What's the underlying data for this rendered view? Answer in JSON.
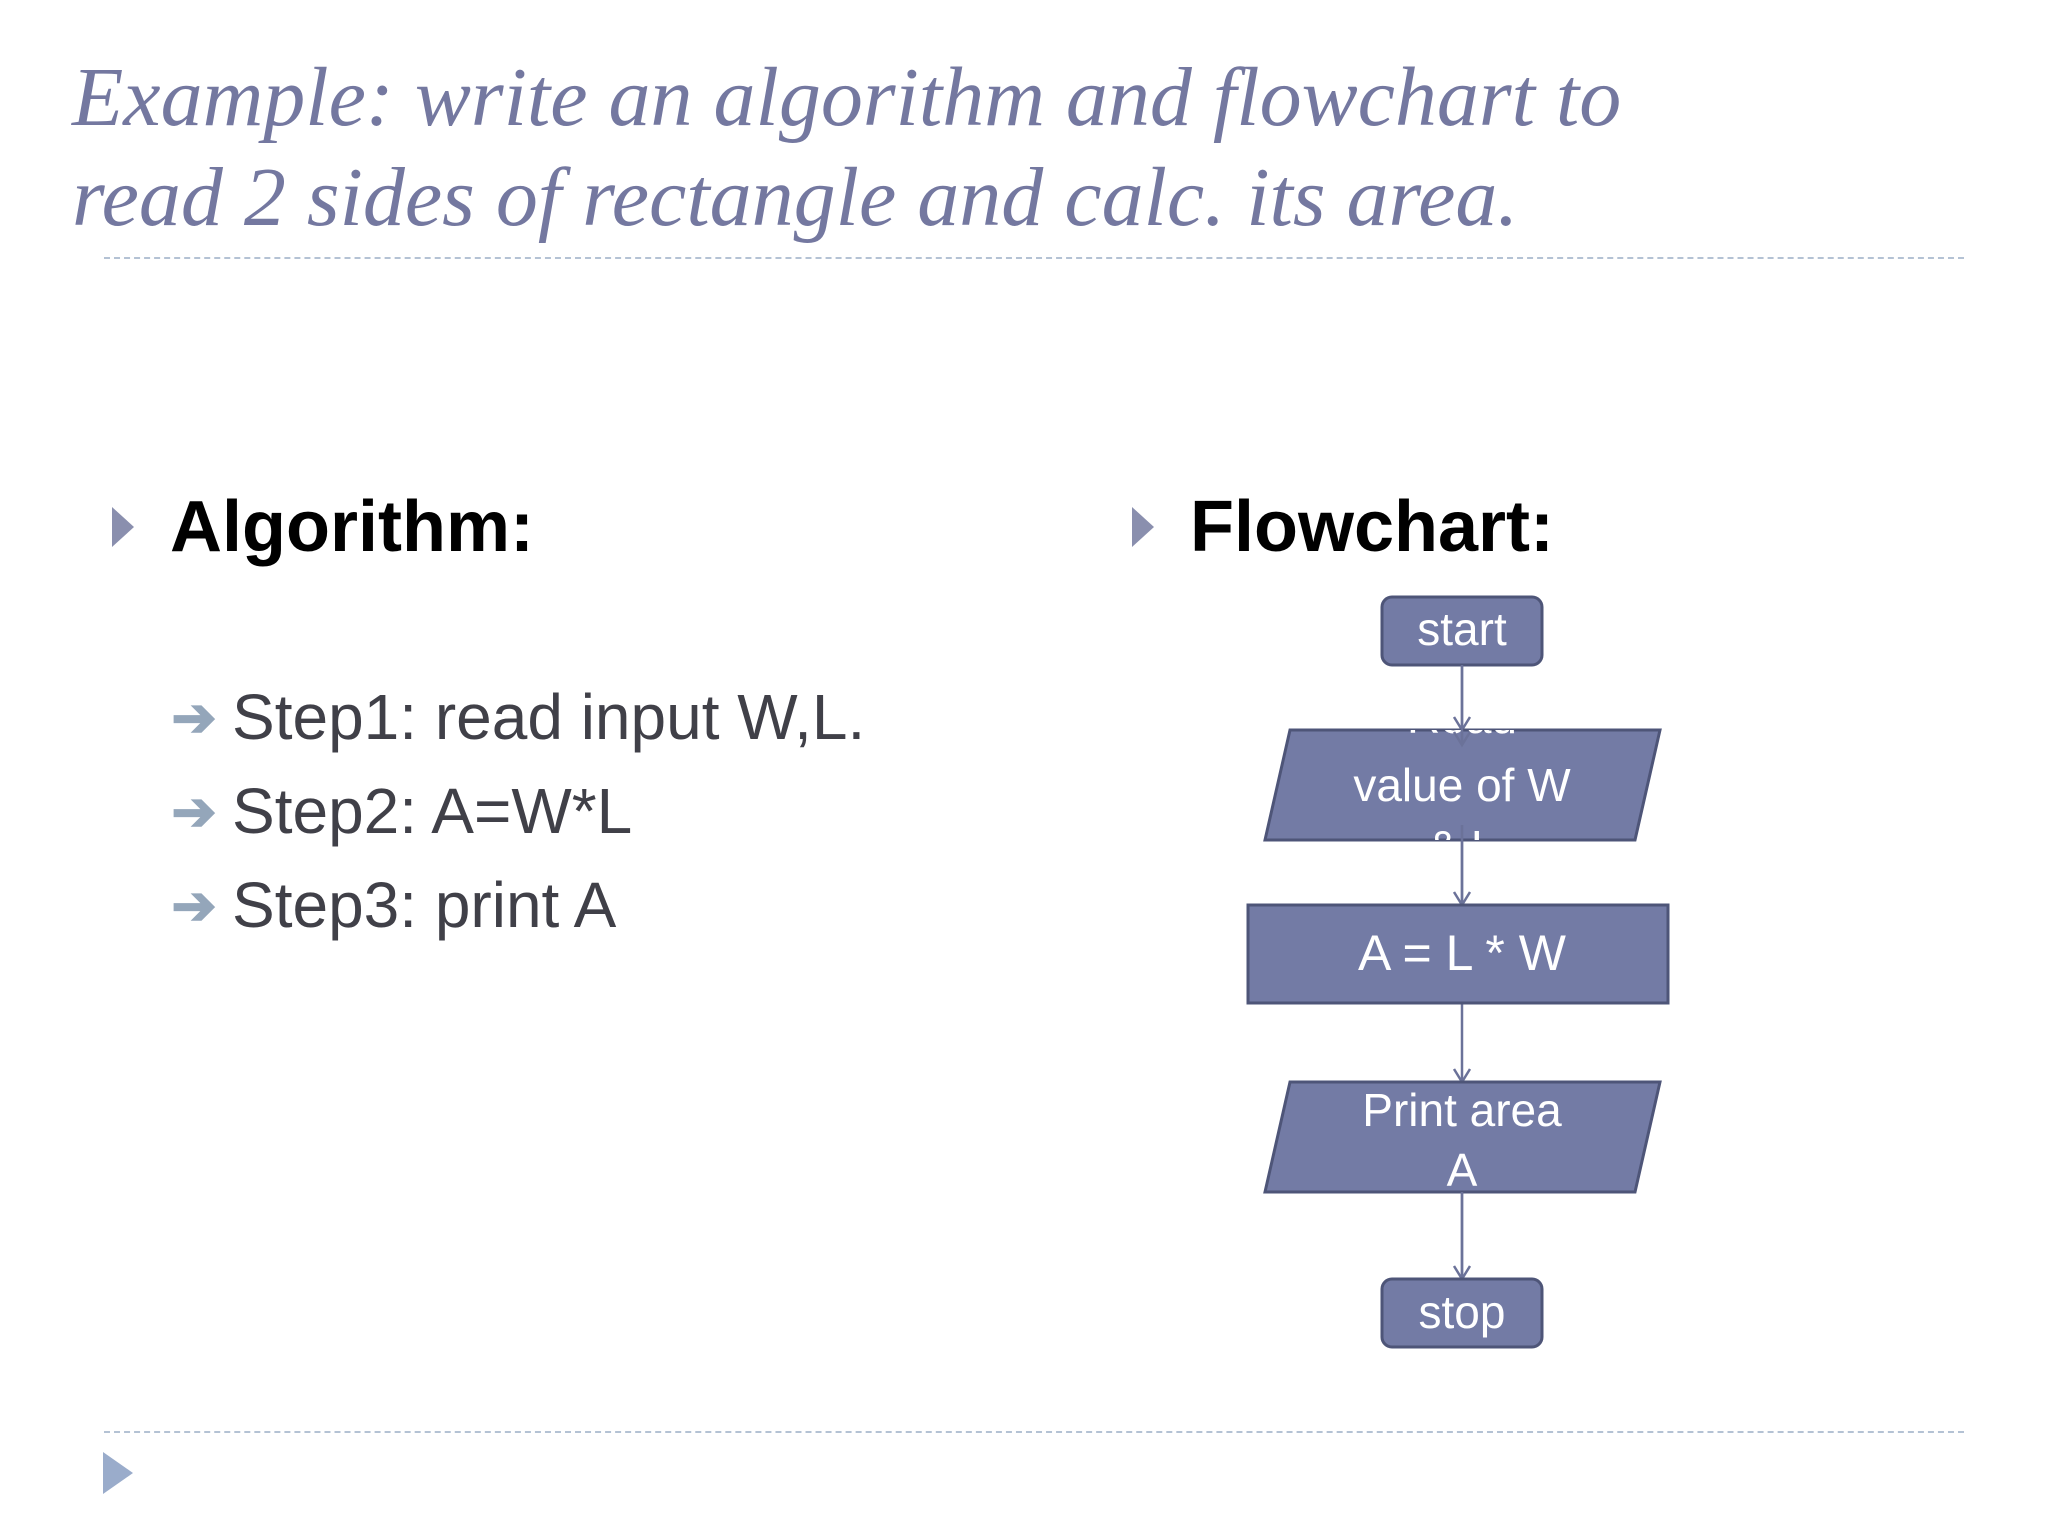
{
  "slide": {
    "title_lines": [
      "Example: write an algorithm and flowchart to",
      "read 2 sides of rectangle and calc. its area."
    ]
  },
  "algorithm": {
    "heading": "Algorithm:",
    "steps": [
      "Step1: read input W,L.",
      "Step2: A=W*L",
      "Step3: print A"
    ]
  },
  "flowchart": {
    "heading": "Flowchart:",
    "start": "start",
    "read_lines": [
      "Read",
      "value of W",
      "& L"
    ],
    "process": "A = L * W",
    "print_lines": [
      "Print area",
      "A"
    ],
    "stop": "stop"
  },
  "colors": {
    "shape_fill": "#737ba5",
    "shape_stroke": "#4e5578",
    "title": "#7478a0",
    "step_arrow": "#94a6ba"
  },
  "icons": {
    "heading_bullet": "triangle-bullet-icon",
    "step_bullet": "arrow-right-icon",
    "corner": "triangle-corner-icon"
  }
}
